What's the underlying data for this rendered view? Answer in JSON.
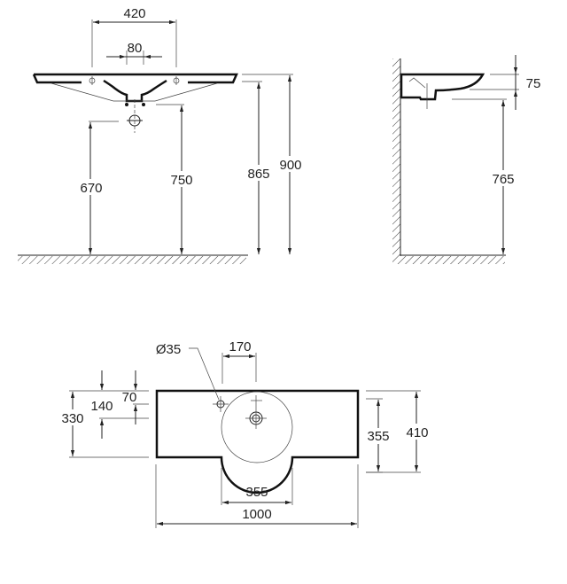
{
  "front_view": {
    "dims": {
      "tap_spacing": "420",
      "mixer_spacing": "80",
      "waste_height": "670",
      "trap_height": "750",
      "underside_height": "865",
      "top_height": "900"
    }
  },
  "side_view": {
    "dims": {
      "basin_depth": "75",
      "underside_height": "765"
    }
  },
  "plan_view": {
    "dims": {
      "hole_diameter": "Ø35",
      "hole_offset": "170",
      "overall_depth": "330",
      "hole_row_depth": "140",
      "tap_hole_depth": "70",
      "bowl_depth": "355",
      "total_depth": "410",
      "bowl_width": "355",
      "overall_width": "1000"
    }
  }
}
